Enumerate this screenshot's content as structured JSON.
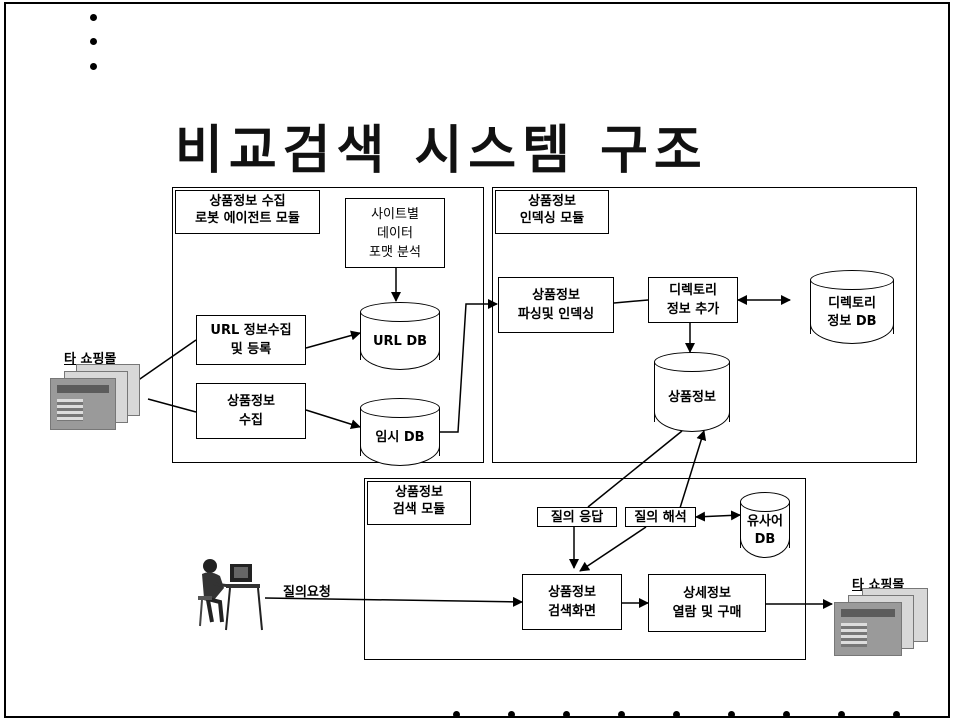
{
  "title": "비교검색 시스템 구조",
  "modules": {
    "robot": "상품정보 수집\n로봇 에이전트 모듈",
    "indexing": "상품정보\n인덱싱 모듈",
    "search": "상품정보\n검색 모듈"
  },
  "boxes": {
    "site_format": "사이트별\n데이터\n포맷 분석",
    "url_collect": "URL 정보수집\n및 등록",
    "product_collect": "상품정보\n수집",
    "parse_index": "상품정보\n파싱및 인덱싱",
    "dir_add": "디렉토리\n정보 추가",
    "query_answer": "질의 응답",
    "query_parse": "질의 해석",
    "search_screen": "상품정보\n검색화면",
    "detail_buy": "상세정보\n열람 및 구매"
  },
  "databases": {
    "url_db": "URL DB",
    "temp_db": "임시 DB",
    "dir_db": "디렉토리\n정보 DB",
    "product_db": "상품정보",
    "synonym_db": "유사어\nDB"
  },
  "labels": {
    "mall_left": "타 쇼핑몰",
    "mall_right": "타 쇼핑몰",
    "query_request": "질의요청"
  }
}
